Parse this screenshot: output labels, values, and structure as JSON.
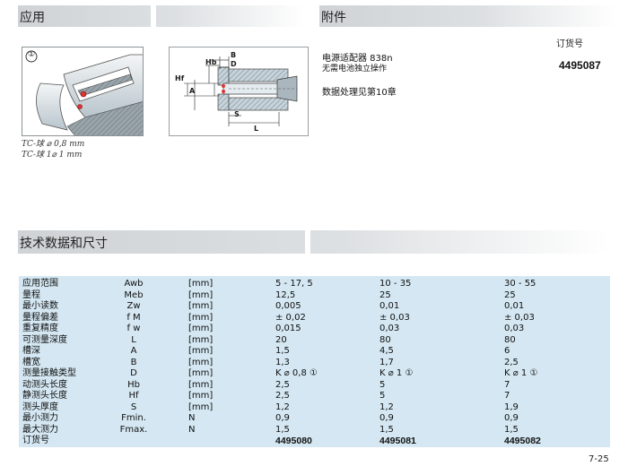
{
  "sections": {
    "application": "应用",
    "accessories": "附件",
    "technical": "技术数据和尺寸"
  },
  "figure1": {
    "marker": "①",
    "caption_line1": "TC-球 ⌀ 0,8 mm",
    "caption_line2": "TC-球 1⌀ 1 mm"
  },
  "figure2": {
    "labels": {
      "hb": "Hb",
      "hf": "Hf",
      "a": "A",
      "b": "B",
      "d": "D",
      "s": "S",
      "l": "L"
    }
  },
  "accessory": {
    "order_header": "订货号",
    "name": "电源适配器 838n",
    "note": "无需电池独立操作",
    "order_number": "4495087",
    "reference": "数据处理见第10章"
  },
  "spec_table": {
    "rows": [
      {
        "name": "应用范围",
        "symbol": "Awb",
        "unit": "[mm]",
        "v1": "5 - 17, 5",
        "v2": "10 - 35",
        "v3": "30 - 55"
      },
      {
        "name": "量程",
        "symbol": "Meb",
        "unit": "[mm]",
        "v1": "12,5",
        "v2": "25",
        "v3": "25"
      },
      {
        "name": "最小读数",
        "symbol": "Zw",
        "unit": "[mm]",
        "v1": "0,005",
        "v2": "0,01",
        "v3": "0,01"
      },
      {
        "name": "量程偏差",
        "symbol": "f M",
        "unit": "[mm]",
        "v1": "± 0,02",
        "v2": "± 0,03",
        "v3": "± 0,03"
      },
      {
        "name": "重复精度",
        "symbol": "f w",
        "unit": "[mm]",
        "v1": "0,015",
        "v2": "0,03",
        "v3": "0,03"
      },
      {
        "name": "可测量深度",
        "symbol": "L",
        "unit": "[mm]",
        "v1": "20",
        "v2": "80",
        "v3": "80"
      },
      {
        "name": "槽深",
        "symbol": "A",
        "unit": "[mm]",
        "v1": "1,5",
        "v2": "4,5",
        "v3": "6"
      },
      {
        "name": "槽宽",
        "symbol": "B",
        "unit": "[mm]",
        "v1": "1,3",
        "v2": "1,7",
        "v3": "2,5"
      },
      {
        "name": "测量接触类型",
        "symbol": "D",
        "unit": "[mm]",
        "v1": "K ⌀ 0,8 ①",
        "v2": "K ⌀ 1 ①",
        "v3": "K ⌀ 1 ①"
      },
      {
        "name": "动测头长度",
        "symbol": "Hb",
        "unit": "[mm]",
        "v1": "2,5",
        "v2": "5",
        "v3": "7"
      },
      {
        "name": "静测头长度",
        "symbol": "Hf",
        "unit": "[mm]",
        "v1": "2,5",
        "v2": "5",
        "v3": "7"
      },
      {
        "name": "测头厚度",
        "symbol": "S",
        "unit": "[mm]",
        "v1": "1,2",
        "v2": "1,2",
        "v3": "1,9"
      },
      {
        "name": "最小测力",
        "symbol": "Fmin.",
        "unit": "N",
        "v1": "0,9",
        "v2": "0,9",
        "v3": "0,9"
      },
      {
        "name": "最大测力",
        "symbol": "Fmax.",
        "unit": "N",
        "v1": "1,5",
        "v2": "1,5",
        "v3": "1,5"
      },
      {
        "name": "订货号",
        "symbol": "",
        "unit": "",
        "v1": "4495080",
        "v2": "4495081",
        "v3": "4495082"
      }
    ]
  },
  "page_number": "7-25"
}
